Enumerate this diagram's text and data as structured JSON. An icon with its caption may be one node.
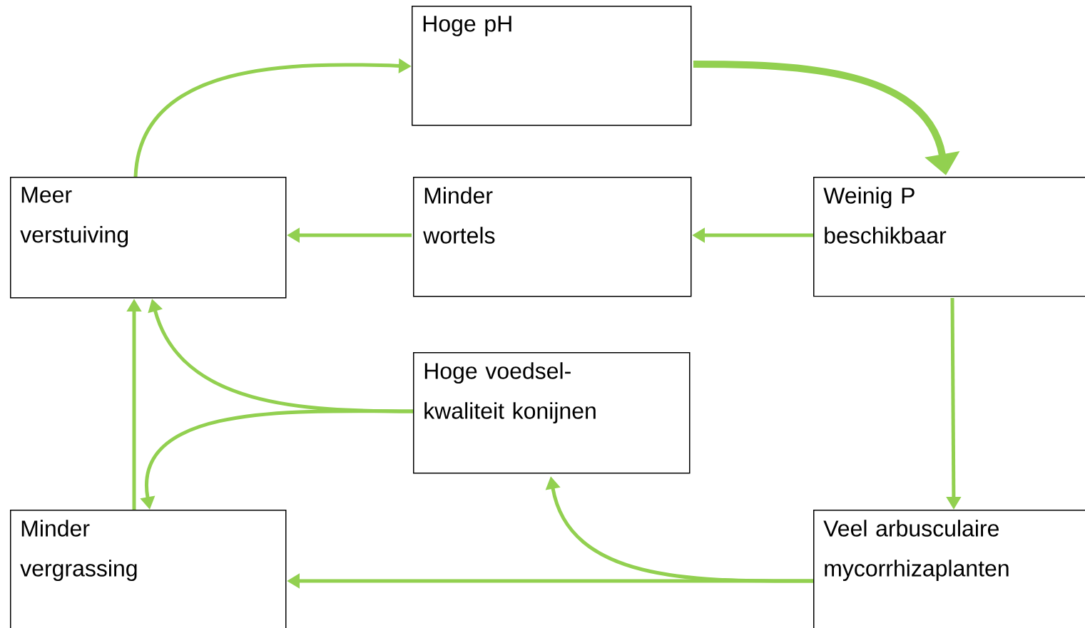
{
  "diagram": {
    "nodes": [
      {
        "text": [
          "Hoge pH"
        ]
      },
      {
        "text": [
          "Meer verstuiving"
        ]
      },
      {
        "text": [
          "Minder wortels"
        ]
      },
      {
        "text": [
          "Weinig P beschikbaar"
        ]
      },
      {
        "text": [
          "Hoge voedsel- kwaliteit konijnen"
        ]
      },
      {
        "text": [
          "Minder vergrassing"
        ]
      },
      {
        "text": [
          "Veel arbusculaire mycorrhizaplanten"
        ]
      }
    ],
    "edges": [
      {
        "from": 1,
        "to": 0,
        "arrow": "to"
      },
      {
        "from": 0,
        "to": 3,
        "arrow": "to",
        "style": "thick"
      },
      {
        "from": 2,
        "to": 1,
        "arrow": "to"
      },
      {
        "from": 3,
        "to": 2,
        "arrow": "to"
      },
      {
        "from": 3,
        "to": 6,
        "arrow": "to"
      },
      {
        "from": 4,
        "to": 1,
        "arrow": "to"
      },
      {
        "from": 4,
        "to": 5,
        "arrow": "to"
      },
      {
        "from": 5,
        "to": 1,
        "arrow": "to"
      },
      {
        "from": 6,
        "to": 5,
        "arrow": "to"
      },
      {
        "from": 6,
        "to": 4,
        "arrow": "to"
      }
    ]
  }
}
